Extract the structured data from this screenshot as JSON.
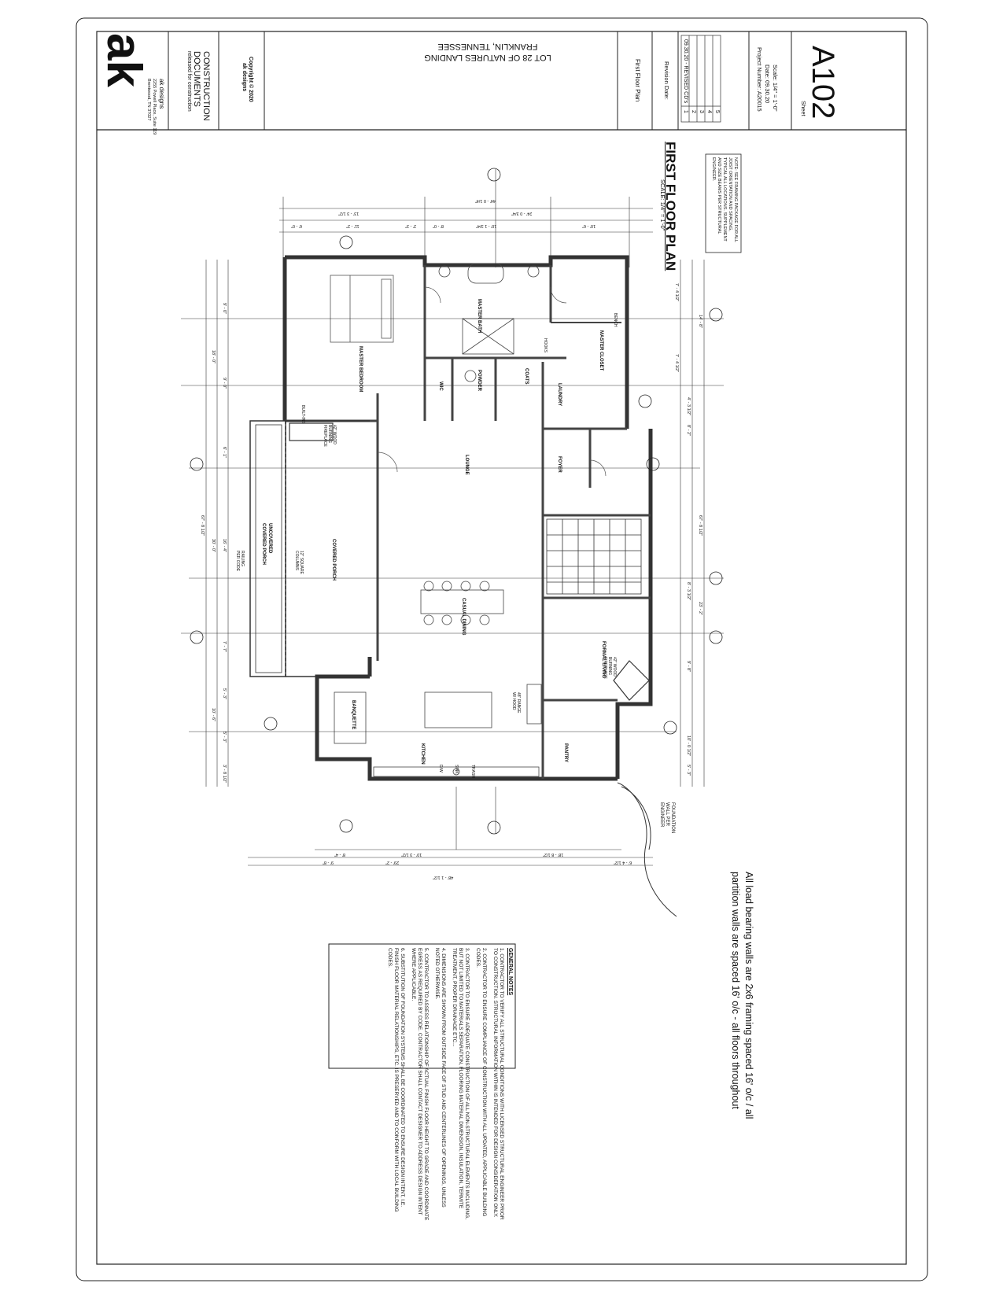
{
  "title_block": {
    "logo_text": "ak",
    "firm_name": "ak designs",
    "firm_address_line1": "2255 Powell Place, Suite 119",
    "firm_address_line2": "Brentwood, TN 37027",
    "doc_title": "CONSTRUCTION DOCUMENTS",
    "doc_subtitle": "released for construction",
    "copyright": "Copyright © 2020",
    "copyright_owner": "ak designs",
    "project_location_line1": "LOT 28 OF NATURES LANDING",
    "project_location_line2": "FRANKLIN, TENNESSEE",
    "sheet_name": "First Floor Plan",
    "revision_label": "Revision Date:",
    "revisions": [
      {
        "num": "1",
        "text": "09.30.20 - REVISED CD's"
      },
      {
        "num": "2",
        "text": ""
      },
      {
        "num": "3",
        "text": ""
      },
      {
        "num": "4",
        "text": ""
      },
      {
        "num": "5",
        "text": ""
      }
    ],
    "project_number": "Project Number: A20015",
    "date": "Date: 09.30.20",
    "scale": "Scale: 1/4\" = 1'-0\"",
    "sheet_label": "Sheet",
    "sheet_number": "A102"
  },
  "plan": {
    "title": "FIRST FLOOR PLAN",
    "scale": "SCALE: 1/4\" = 1'-0\"",
    "note": "NOTE: SEE FRAMING PACKAGE FOR ALL JOIST ORIENTATION AND SPACING, TYPICAL ALL LOCATIONS. SUPPLEMENT AND SIZE BEAMS PER STRUCTURAL ENGINEER.",
    "rooms": [
      {
        "key": "master_bedroom",
        "label": "MASTER BEDROOM"
      },
      {
        "key": "master_bath",
        "label": "MASTER BATH"
      },
      {
        "key": "master_closet",
        "label": "MASTER CLOSET"
      },
      {
        "key": "powder",
        "label": "POWDER"
      },
      {
        "key": "wic",
        "label": "WIC"
      },
      {
        "key": "coats",
        "label": "COATS"
      },
      {
        "key": "laundry",
        "label": "LAUNDRY"
      },
      {
        "key": "foyer",
        "label": "FOYER"
      },
      {
        "key": "lounge",
        "label": "LOUNGE"
      },
      {
        "key": "covered_porch",
        "label": "COVERED PORCH"
      },
      {
        "key": "uncovered_porch",
        "label": "UNCOVERED COVERED PORCH"
      },
      {
        "key": "casual_dining",
        "label": "CASUAL DINING"
      },
      {
        "key": "formal_living",
        "label": "FORMAL LIVING"
      },
      {
        "key": "banquette",
        "label": "BANQUETTE"
      },
      {
        "key": "kitchen",
        "label": "KITCHEN"
      },
      {
        "key": "pantry",
        "label": "PANTRY"
      }
    ],
    "labels": {
      "fireplace": "42\" WOOD BURNING FIREPLACE",
      "fireplace2": "42\" WOOD BURNING FIREPLACE",
      "columns": "12\" SQUARE COLUMNS",
      "railing": "RAILING PER CODE",
      "range": "48\" RANGE W/ HOOD",
      "foundation": "FOUNDATION WALL PER ENGINEER",
      "trash": "TRASH",
      "sink": "SINK",
      "dw": "D/W",
      "built_ins": "BUILT-INS",
      "hooks": "HOOKS",
      "bench": "BENCH"
    },
    "dims_top": [
      "44' - 0 1/4\"",
      "13' - 3 1/2\"",
      "24' - 0 3/4\"",
      "6' - 0\"",
      "11' - 2\"",
      "2' - 3\"",
      "8' - 0\"",
      "10' - 1 3/4\"",
      "10' - 6\""
    ],
    "dims_bottom": [
      "48' - 1 1/2\"",
      "29' - 2\"",
      "18' - 8 1/2\"",
      "10' - 3 1/2\"",
      "9' - 8\"",
      "8' - 4\"",
      "6' - 4 1/2\""
    ],
    "dims_left": [
      "67' - 8 1/2\"",
      "18' - 0\"",
      "9' - 0\"",
      "9' - 0\"",
      "6' - 1\"",
      "30' - 0\"",
      "16' - 4\"",
      "7' - 7\"",
      "10' - 6\"",
      "5' - 3\"",
      "5' - 3\"",
      "3' - 8 1/2\""
    ],
    "dims_right": [
      "67' - 8 1/2\"",
      "14' - 8\"",
      "7' - 4 1/2\"",
      "7' - 4 1/2\"",
      "4' - 3 1/2\"",
      "8' - 2\"",
      "23' - 2\"",
      "9' - 8\"",
      "8' - 3 1/2\"",
      "10' - 0 1/2\"",
      "5' - 3\""
    ],
    "general_note_statement": "All load bearing walls are 2x6 framing spaced 16' o/c / all partition walls are spaced 16' o/c - all floors throughout"
  },
  "general_notes": {
    "title": "GENERAL NOTES",
    "items": [
      "1. CONTRACTOR TO VERIFY ALL STRUCTURAL CONDITIONS WITH LICENSED STRUCTURAL ENGINEER PRIOR TO CONSTRUCTION. STRUCTURAL INFORMATION WITHIN IS INTENDED FOR DESIGN CONSIDERATION ONLY.",
      "2. CONTRACTOR TO ENSURE COMPLIANCE OF CONSTRUCTION WITH ALL UPDATED, APPLICABLE BUILDING CODES.",
      "3. CONTRACTOR TO ENSURE ADEQUATE CONSTRUCTION OF ALL NON-STRUCTURAL ELEMENTS INCLUDING, BUT NOT LIMITED TO MATERIALS SEPARATION, FLOORING MATERIAL DIMENSION, INSULATION, TERMITE TREATMENT, PROPER DRAINAGE ETC...",
      "4. DIMENSIONS ARE SHOWN FROM OUTSIDE FACE OF STUD AND CENTERLINES OF OPENINGS, UNLESS NOTED OTHERWISE.",
      "5. CONTRACTOR TO ASSESS RELATIONSHIP OF ACTUAL FINISH FLOOR HEIGHT TO GRADE AND COORDINATE EGRESS AS REQUIRED BY CODE. CONTRACTOR SHALL CONTACT DESIGNER TO ADDRESS DESIGN INTENT WHERE APPLICABLE.",
      "6. SUBSTITUTION OF FOUNDATION SYSTEMS SHALL BE COORDINATED TO ENSURE DESIGN INTENT, I.E. FINISH FLOOR MATERIAL RELATIONSHIPS, ETC. IS PRESERVED AND TO CONFORM WITH LOCAL BUILDING CODES."
    ]
  }
}
